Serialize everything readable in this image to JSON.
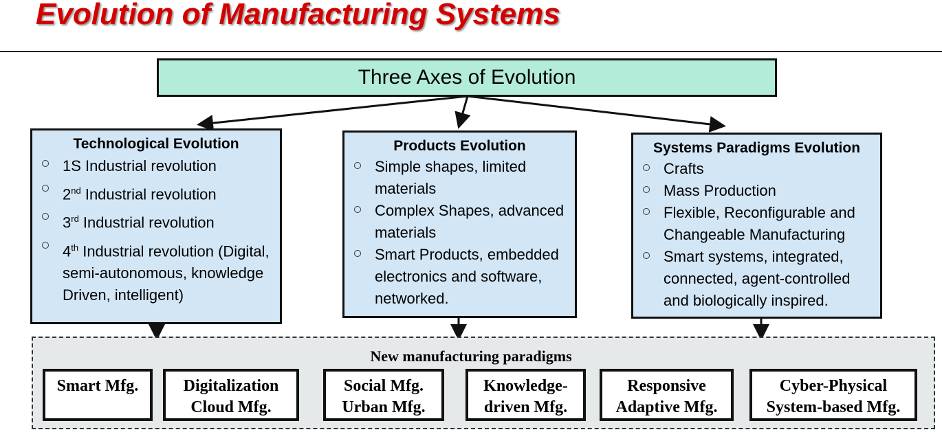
{
  "title": "Evolution of Manufacturing Systems",
  "top_box": "Three Axes of Evolution",
  "technological": {
    "heading": "Technological Evolution",
    "items": [
      {
        "pre": "1S",
        "sup": "",
        "post": " Industrial revolution"
      },
      {
        "pre": "2",
        "sup": "nd",
        "post": " Industrial revolution"
      },
      {
        "pre": "3",
        "sup": "rd",
        "post": " Industrial revolution"
      },
      {
        "pre": "4",
        "sup": "th",
        "post": " Industrial revolution (Digital, semi-autonomous, knowledge Driven, intelligent)"
      }
    ]
  },
  "products": {
    "heading": "Products Evolution",
    "items": [
      "Simple shapes, limited materials",
      "Complex Shapes, advanced materials",
      "Smart Products, embedded electronics and software, networked."
    ]
  },
  "systems": {
    "heading": "Systems Paradigms Evolution",
    "items": [
      "Crafts",
      "Mass Production",
      "Flexible, Reconfigurable and Changeable Manufacturing",
      "Smart systems, integrated, connected, agent-controlled and biologically inspired."
    ]
  },
  "new_paradigms": {
    "label": "New manufacturing paradigms",
    "boxes": [
      [
        "Smart Mfg.",
        ""
      ],
      [
        "Digitalization",
        "Cloud Mfg."
      ],
      [
        "Social Mfg.",
        "Urban Mfg."
      ],
      [
        "Knowledge-",
        "driven Mfg."
      ],
      [
        "Responsive",
        "Adaptive Mfg."
      ],
      [
        "Cyber-Physical",
        "System-based Mfg."
      ]
    ]
  }
}
